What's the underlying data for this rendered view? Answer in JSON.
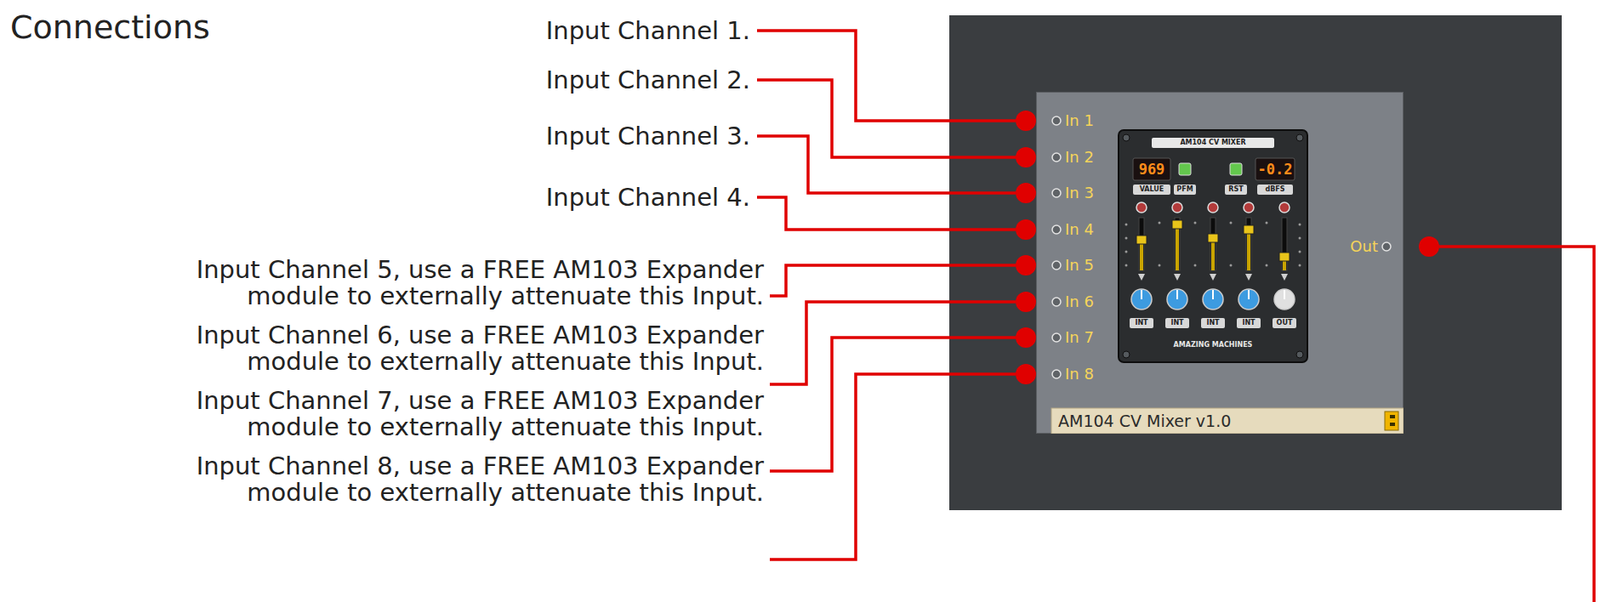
{
  "diagram": {
    "title": "Connections",
    "nodes": [
      {
        "text": [
          "In 1",
          "In 2",
          "In 3",
          "In 4",
          "In 5",
          "In 6",
          "In 7",
          "In 8",
          "Out",
          "AM104 CV Mixer v1.0"
        ]
      },
      {
        "text": [
          "AM104 CV MIXER",
          "969",
          "-0.2",
          "VALUE",
          "PFM",
          "RST",
          "dBFS",
          "INT",
          "INT",
          "INT",
          "INT",
          "OUT",
          "AMAZING MACHINES"
        ],
        "in": 0
      }
    ],
    "labels": [
      "Input Channel 1.",
      "Input Channel 2.",
      "Input Channel 3.",
      "Input Channel 4.",
      "Input Channel 5, use a FREE AM103 Expander module to externally attenuate this Input.",
      "Input Channel 6, use a FREE AM103 Expander module to externally attenuate this Input.",
      "Input Channel 7, use a FREE AM103 Expander module to externally attenuate this Input.",
      "Input Channel 8, use a FREE AM103 Expander module to externally attenuate this Input."
    ]
  }
}
